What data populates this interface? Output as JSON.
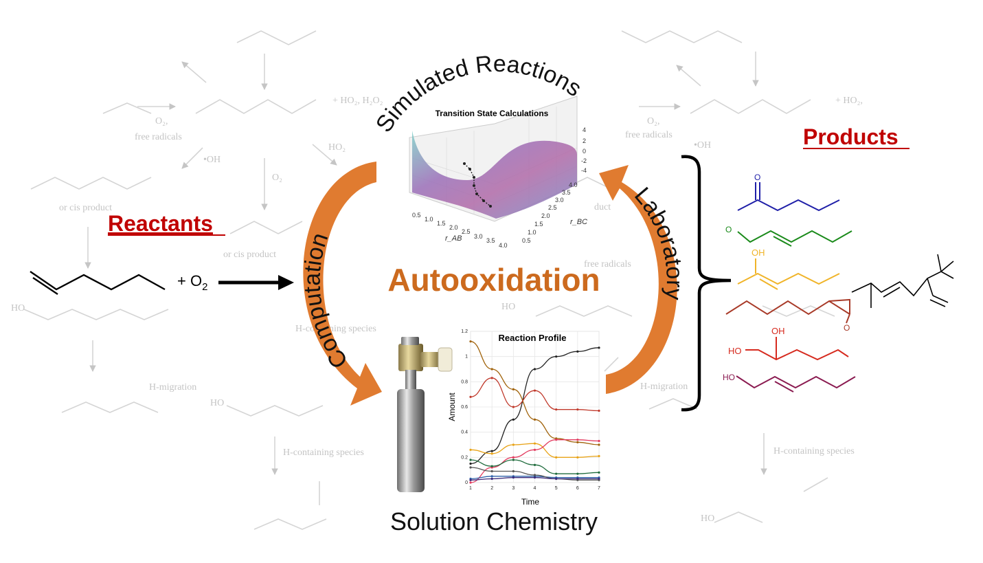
{
  "title": "Autooxidation",
  "arcs": {
    "top": "Simulated Reactions",
    "left": "Computation",
    "right": "Laboratory",
    "bottom": "Solution Chemistry"
  },
  "reactants": {
    "heading": "Reactants",
    "reagent": "+ O",
    "reagent_sub": "2"
  },
  "products": {
    "heading": "Products",
    "labels": {
      "ketone_o": "O",
      "aldehyde_o": "O",
      "enol_oh": "OH",
      "epoxide_o": "O",
      "diol_ho": "HO",
      "diol_oh": "OH",
      "alcohol_ho": "HO"
    }
  },
  "colors": {
    "accent_orange": "#cc6a1e",
    "arrow_orange": "#e8843a",
    "heading_red": "#c00000",
    "ketone": "#1f1fa8",
    "aldehyde": "#1a8a1a",
    "enol": "#f0b429",
    "epoxide": "#a83a28",
    "diol": "#d62a1e",
    "alcohol": "#8a1a50"
  },
  "background_labels": [
    "O₂,",
    "free radicals",
    "•OH",
    "HO₂",
    "O₂",
    "or cis product",
    "H-containing species",
    "H-migration",
    "HO",
    "+ HO₂, H₂O₂",
    "duct",
    "•OH",
    "or cis product",
    "O₂,",
    "free radicals",
    "HO"
  ],
  "surface_plot": {
    "title": "Transition State Calculations",
    "x_label": "r_AB",
    "y_label": "r_BC",
    "x_ticks": [
      "0.5",
      "1.0",
      "1.5",
      "2.0",
      "2.5",
      "3.0",
      "3.5",
      "4.0"
    ],
    "y_ticks": [
      "0.5",
      "1.0",
      "1.5",
      "2.0",
      "2.5",
      "3.0",
      "3.5",
      "4.0"
    ],
    "z_ticks": [
      "4",
      "2",
      "0",
      "-2",
      "-4"
    ]
  },
  "chart_data": {
    "type": "line",
    "title": "Reaction Profile",
    "xlabel": "Time",
    "ylabel": "Amount",
    "xlim": [
      1,
      7
    ],
    "ylim": [
      0,
      1.2
    ],
    "x_ticks": [
      1,
      2,
      3,
      4,
      5,
      6,
      7
    ],
    "y_ticks": [
      0,
      0.2,
      0.4,
      0.6,
      0.8,
      1,
      1.2
    ],
    "grid": true,
    "series": [
      {
        "color": "#222222",
        "x": [
          1,
          2,
          3,
          4,
          5,
          6,
          7
        ],
        "y": [
          0.15,
          0.25,
          0.5,
          0.9,
          1.0,
          1.04,
          1.07
        ]
      },
      {
        "color": "#a0620a",
        "x": [
          1,
          2,
          3,
          4,
          5,
          6,
          7
        ],
        "y": [
          1.12,
          0.9,
          0.74,
          0.5,
          0.35,
          0.32,
          0.3
        ]
      },
      {
        "color": "#c0392b",
        "x": [
          1,
          2,
          3,
          4,
          5,
          6,
          7
        ],
        "y": [
          0.68,
          0.83,
          0.6,
          0.73,
          0.58,
          0.58,
          0.57
        ]
      },
      {
        "color": "#e8a317",
        "x": [
          1,
          2,
          3,
          4,
          5,
          6,
          7
        ],
        "y": [
          0.26,
          0.23,
          0.3,
          0.31,
          0.2,
          0.2,
          0.21
        ]
      },
      {
        "color": "#e23a5e",
        "x": [
          1,
          2,
          3,
          4,
          5,
          6,
          7
        ],
        "y": [
          0.0,
          0.12,
          0.2,
          0.26,
          0.34,
          0.34,
          0.33
        ]
      },
      {
        "color": "#1e6b3c",
        "x": [
          1,
          2,
          3,
          4,
          5,
          6,
          7
        ],
        "y": [
          0.18,
          0.13,
          0.18,
          0.14,
          0.07,
          0.07,
          0.08
        ]
      },
      {
        "color": "#2b5fa8",
        "x": [
          1,
          2,
          3,
          4,
          5,
          6,
          7
        ],
        "y": [
          0.03,
          0.05,
          0.05,
          0.05,
          0.04,
          0.04,
          0.04
        ]
      },
      {
        "color": "#555555",
        "x": [
          1,
          2,
          3,
          4,
          5,
          6,
          7
        ],
        "y": [
          0.12,
          0.09,
          0.09,
          0.06,
          0.03,
          0.02,
          0.02
        ]
      },
      {
        "color": "#3a2a7a",
        "x": [
          1,
          2,
          3,
          4,
          5,
          6,
          7
        ],
        "y": [
          0.02,
          0.03,
          0.04,
          0.04,
          0.03,
          0.03,
          0.03
        ]
      }
    ]
  }
}
